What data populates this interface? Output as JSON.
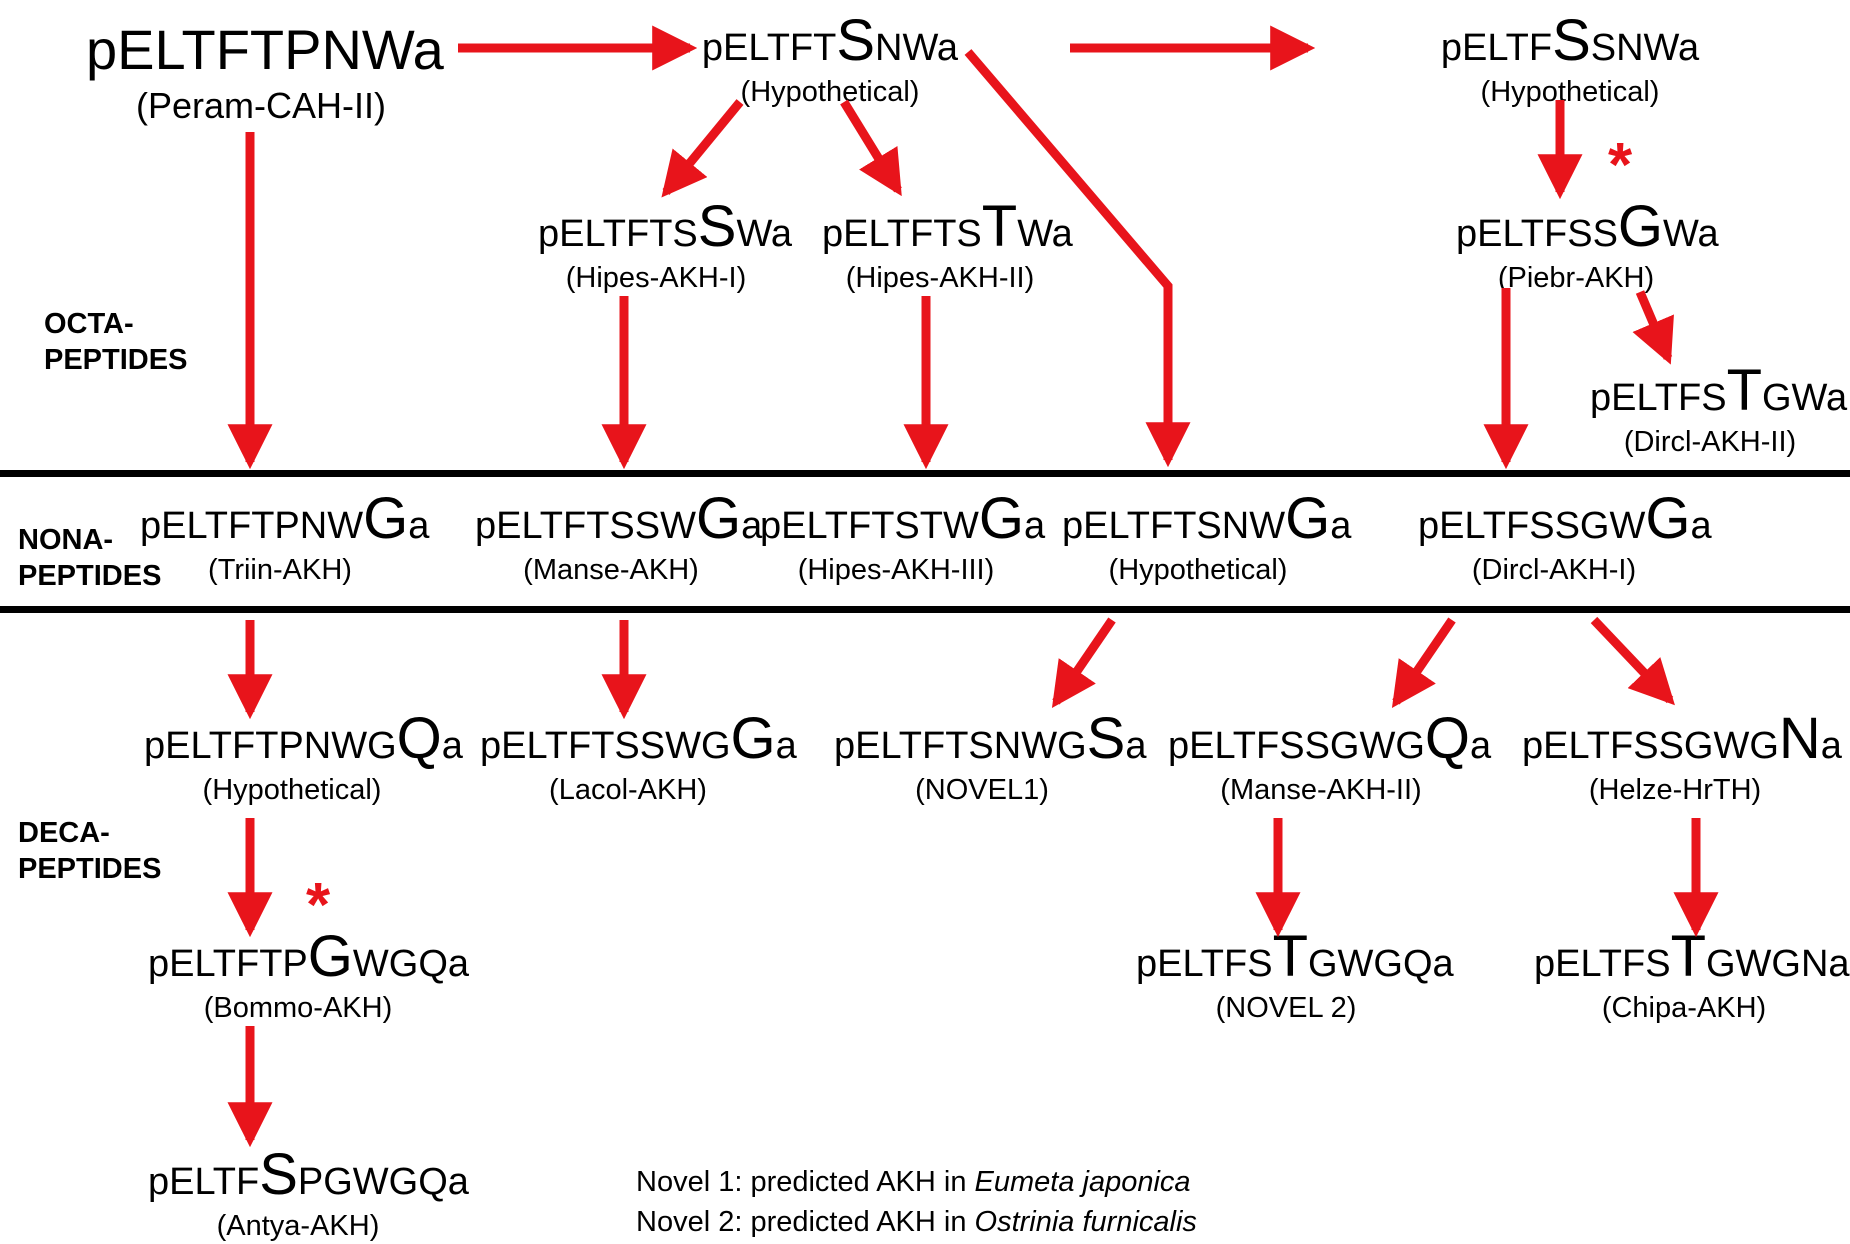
{
  "colors": {
    "arrow": "#e8141b",
    "line": "#000000",
    "text": "#000000"
  },
  "classes": {
    "octa": [
      "OCTA-",
      "PEPTIDES"
    ],
    "nona": [
      "NONA-",
      "PEPTIDES"
    ],
    "deca": [
      "DECA-",
      "PEPTIDES"
    ]
  },
  "peptides": {
    "peram": {
      "pre": "pELTFTPNWa",
      "big": "",
      "post": "",
      "name": "(Peram-CAH-II)"
    },
    "hyp_sn": {
      "pre": "pELTFT",
      "big": "S",
      "post": "NWa",
      "name": "(Hypothetical)"
    },
    "hyp_ss": {
      "pre": "pELTF",
      "big": "S",
      "post": "SNWa",
      "name": "(Hypothetical)"
    },
    "hipes1": {
      "pre": "pELTFTS",
      "big": "S",
      "post": "Wa",
      "name": "(Hipes-AKH-I)"
    },
    "hipes2": {
      "pre": "pELTFTS",
      "big": "T",
      "post": "Wa",
      "name": "(Hipes-AKH-II)"
    },
    "piebr": {
      "pre": "pELTFSS",
      "big": "G",
      "post": "Wa",
      "name": "(Piebr-AKH)"
    },
    "dircl2": {
      "pre": "pELTFS",
      "big": "T",
      "post": "GWa",
      "name": "(Dircl-AKH-II)"
    },
    "triin": {
      "pre": "pELTFTPNW",
      "big": "G",
      "post": "a",
      "name": "(Triin-AKH)"
    },
    "manse": {
      "pre": "pELTFTSSW",
      "big": "G",
      "post": "a",
      "name": "(Manse-AKH)"
    },
    "hipes3": {
      "pre": "pELTFTSTW",
      "big": "G",
      "post": "a",
      "name": "(Hipes-AKH-III)"
    },
    "hyp_nona": {
      "pre": "pELTFTSNW",
      "big": "G",
      "post": "a",
      "name": "(Hypothetical)"
    },
    "dircl1": {
      "pre": "pELTFSSGW",
      "big": "G",
      "post": "a",
      "name": "(Dircl-AKH-I)"
    },
    "hyp_deca": {
      "pre": "pELTFTPNWG",
      "big": "Q",
      "post": "a",
      "name": "(Hypothetical)"
    },
    "lacol": {
      "pre": "pELTFTSSWG",
      "big": "G",
      "post": "a",
      "name": "(Lacol-AKH)"
    },
    "novel1": {
      "pre": "pELTFTSNWG",
      "big": "S",
      "post": "a",
      "name": "(NOVEL1)"
    },
    "manse2": {
      "pre": "pELTFSSGWG",
      "big": "Q",
      "post": "a",
      "name": "(Manse-AKH-II)"
    },
    "helze": {
      "pre": "pELTFSSGWG",
      "big": "N",
      "post": "a",
      "name": "(Helze-HrTH)"
    },
    "bommo": {
      "pre": "pELTFTP",
      "big": "G",
      "post": "WGQa",
      "name": "(Bommo-AKH)"
    },
    "novel2": {
      "pre": "pELTFS",
      "big": "T",
      "post": "GWGQa",
      "name": "(NOVEL 2)"
    },
    "chipa": {
      "pre": "pELTFS",
      "big": "T",
      "post": "GWGNa",
      "name": "(Chipa-AKH)"
    },
    "antya": {
      "pre": "pELTF",
      "big": "S",
      "post": "PGWGQa",
      "name": "(Antya-AKH)"
    }
  },
  "asterisks": [
    "*",
    "*"
  ],
  "notes": [
    {
      "prefix": "Novel 1: predicted AKH in ",
      "species": "Eumeta japonica"
    },
    {
      "prefix": "Novel 2: predicted AKH in ",
      "species": "Ostrinia furnicalis"
    }
  ]
}
